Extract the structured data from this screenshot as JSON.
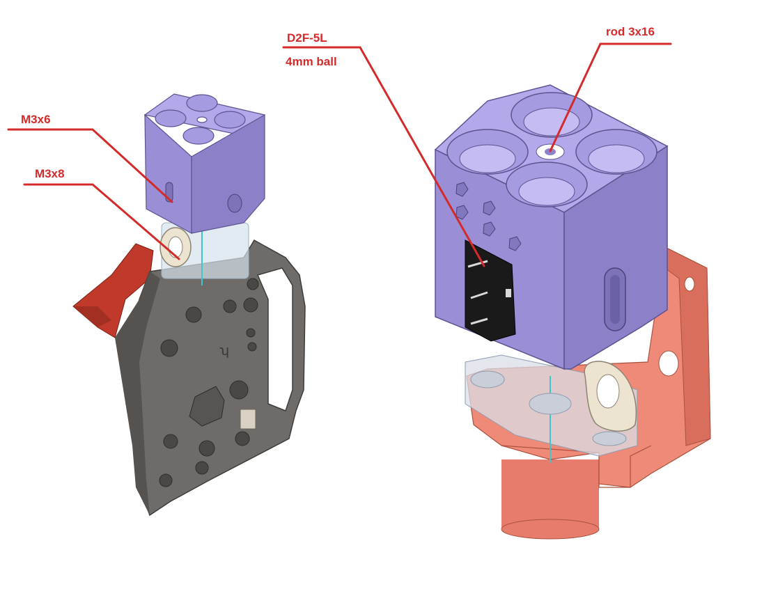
{
  "callouts": {
    "m3x6": "M3x6",
    "m3x8": "M3x8",
    "switch": "D2F-5L",
    "ball": "4mm ball",
    "rod": "rod 3x16"
  },
  "colors": {
    "callout_red": "#d42a2a",
    "probe_purple": "#9a8fd6",
    "probe_purple_top": "#b3a9ea",
    "plate_gray": "#6e6b68",
    "mount_salmon": "#e87c6c",
    "dark_red_part": "#c0392b",
    "switch_black": "#1a1a1a"
  },
  "icons": {
    "left_assembly": "probe-on-carriage-plate-icon",
    "right_assembly": "probe-on-mount-closeup-icon"
  }
}
